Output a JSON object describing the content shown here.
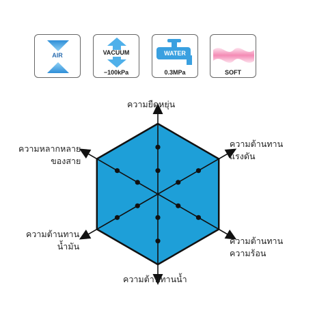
{
  "badges": [
    {
      "name": "air",
      "label": "AIR",
      "sub": ""
    },
    {
      "name": "vacuum",
      "label": "VACUUM",
      "sub": "−100kPa"
    },
    {
      "name": "water",
      "label": "WATER",
      "sub": "0.3MPa"
    },
    {
      "name": "soft",
      "label": "",
      "sub": "SOFT"
    }
  ],
  "radar": {
    "axes": [
      {
        "key": "flex",
        "line1": "ความยืดหยุ่น",
        "line2": ""
      },
      {
        "key": "pressure",
        "line1": "ความต้านทาน",
        "line2": "แรงดัน"
      },
      {
        "key": "heat",
        "line1": "ความต้านทาน",
        "line2": "ความร้อน"
      },
      {
        "key": "water",
        "line1": "ความต้านทานน้ำ",
        "line2": ""
      },
      {
        "key": "oil",
        "line1": "ความต้านทาน",
        "line2": "น้ำมัน"
      },
      {
        "key": "variety",
        "line1": "ความหลากหลาย",
        "line2": "ของสาย"
      }
    ],
    "scale_levels": 3,
    "values": [
      3,
      3,
      3,
      3,
      3,
      3
    ],
    "fill_color": "#1e9fd8",
    "stroke_color": "#111111"
  },
  "colors": {
    "arrow_blue": "#3aa0e0",
    "soft_pink": "#f7a8c8"
  }
}
